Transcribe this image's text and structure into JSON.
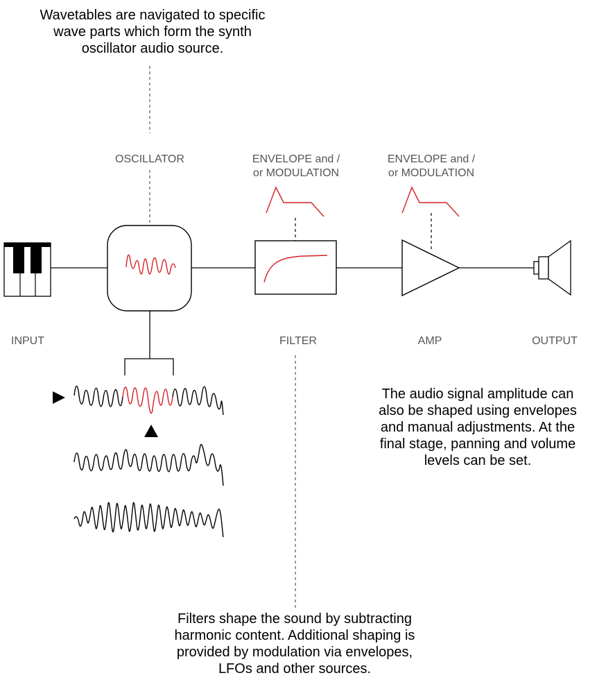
{
  "notes": {
    "wavetable": [
      "Wavetables are navigated to specific",
      "wave parts which form the synth",
      "oscillator audio source."
    ],
    "amp": [
      "The audio signal amplitude can",
      "also be shaped using envelopes",
      "and manual adjustments. At the",
      "final stage, panning and volume",
      "levels can be set."
    ],
    "filter": [
      "Filters shape the sound by subtracting",
      "harmonic content. Additional shaping is",
      "provided by modulation via envelopes,",
      "LFOs and other sources."
    ]
  },
  "labels": {
    "oscillator": "OSCILLATOR",
    "env_filter": [
      "ENVELOPE and /",
      "or MODULATION"
    ],
    "env_amp": [
      "ENVELOPE and /",
      "or MODULATION"
    ],
    "input": "INPUT",
    "filter": "FILTER",
    "amp": "AMP",
    "output": "OUTPUT"
  },
  "colors": {
    "accent": "#d42027",
    "line": "#000000",
    "label": "#555555"
  },
  "icons": [
    "piano-keys-icon",
    "speaker-icon",
    "play-triangle-icon",
    "up-triangle-icon"
  ]
}
